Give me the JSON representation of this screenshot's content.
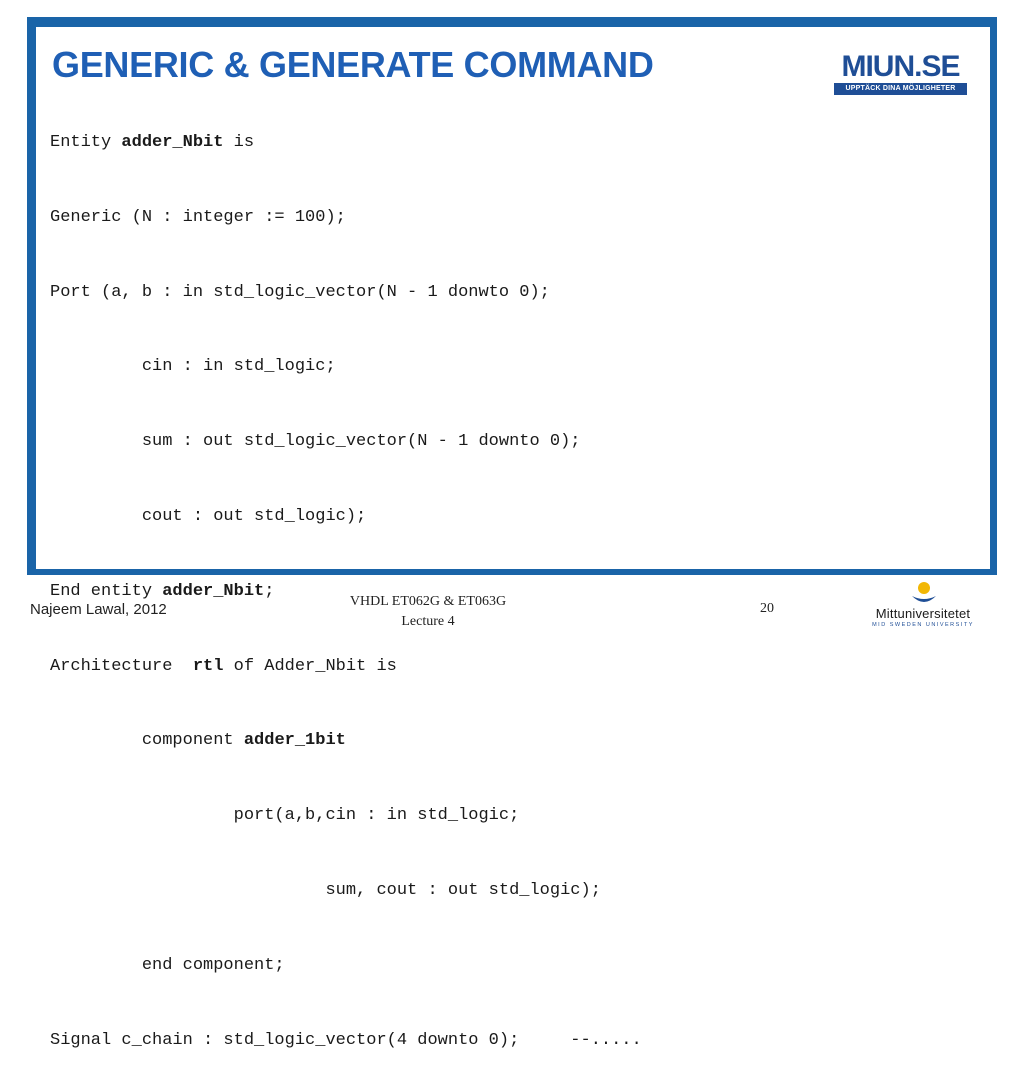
{
  "slide": {
    "title": "GENERIC & GENERATE COMMAND",
    "logo": {
      "text": "MIUN.SE",
      "tagline": "UPPTÄCK DINA MÖJLIGHETER"
    }
  },
  "code": {
    "l1": {
      "a": "Entity ",
      "b": "adder_Nbit",
      "c": " is"
    },
    "l2": "Generic (N : integer := 100);",
    "l3": "Port (a, b : in std_logic_vector(N - 1 donwto 0);",
    "l4": "         cin : in std_logic;",
    "l5": "         sum : out std_logic_vector(N - 1 downto 0);",
    "l6": "         cout : out std_logic);",
    "l7": {
      "a": "End entity ",
      "b": "adder_Nbit",
      "c": ";"
    },
    "l8": {
      "a": "Architecture  ",
      "b": "rtl",
      "c": " of Adder_Nbit is"
    },
    "l9": {
      "a": "         component ",
      "b": "adder_1bit"
    },
    "l10": "                  port(a,b,cin : in std_logic;",
    "l11": "                           sum, cout : out std_logic);",
    "l12": "         end component;",
    "l13": "Signal c_chain : std_logic_vector(4 downto 0);     --....."
  },
  "footer": {
    "author": "Najeem Lawal, 2012",
    "course": "VHDL ET062G & ET063G",
    "lecture": "Lecture 4",
    "page": "20",
    "university": "Mittuniversitetet",
    "university_sub": "MID SWEDEN UNIVERSITY"
  },
  "colors": {
    "frame": "#1a64a8",
    "title": "#1f5fb5",
    "logo": "#1f4e96",
    "mark_yellow": "#f2b705"
  }
}
